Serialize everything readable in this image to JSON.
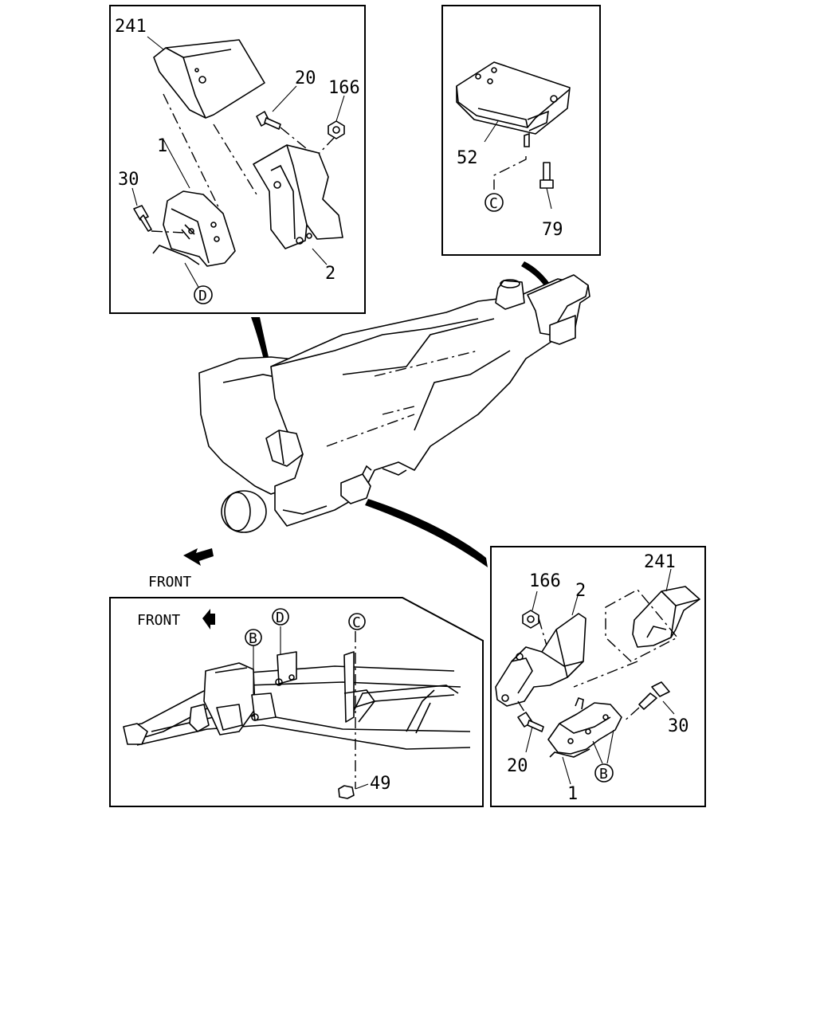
{
  "panels": {
    "top_left": {
      "labels": {
        "p241": "241",
        "p20": "20",
        "p166": "166",
        "p1": "1",
        "p30": "30",
        "p2": "2",
        "refD": "D"
      }
    },
    "top_right": {
      "labels": {
        "p52": "52",
        "p79": "79",
        "refC": "C"
      }
    },
    "main": {
      "front": "FRONT"
    },
    "bottom_left": {
      "front": "FRONT",
      "labels": {
        "refB": "B",
        "refD": "D",
        "refC": "C",
        "p49": "49"
      }
    },
    "bottom_right": {
      "labels": {
        "p166": "166",
        "p2": "2",
        "p241": "241",
        "p30": "30",
        "p20": "20",
        "p1": "1",
        "refB": "B"
      }
    }
  }
}
